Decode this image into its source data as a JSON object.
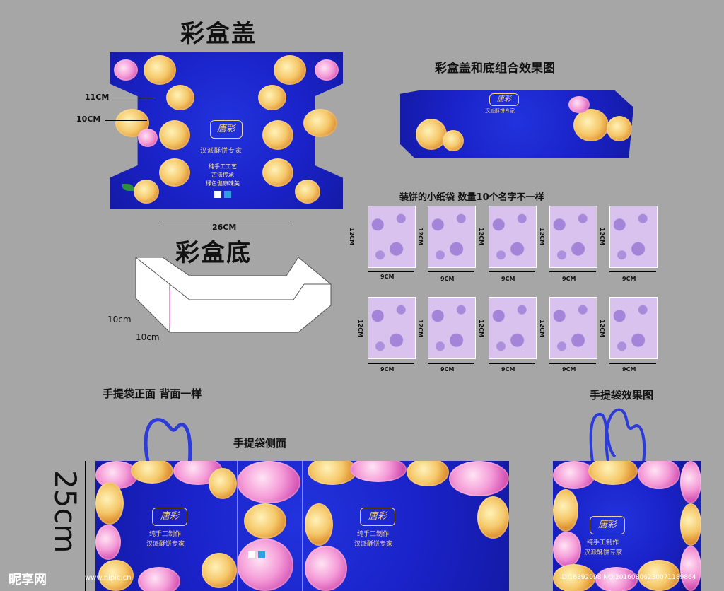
{
  "titles": {
    "lid": "彩盒盖",
    "combo": "彩盒盖和底组合效果图",
    "base": "彩盒底",
    "pouches": "装饼的小纸袋 数量10个名字不一样",
    "bag_front": "手提袋正面 背面一样",
    "bag_side": "手提袋侧面",
    "bag_effect": "手提袋效果图"
  },
  "dims": {
    "lid_11": "11CM",
    "lid_10": "10CM",
    "lid_26": "26CM",
    "base_10a": "10cm",
    "base_10b": "10cm",
    "pouch_h": "12CM",
    "pouch_w": "9CM",
    "bag_h": "25cm"
  },
  "brand": {
    "logo": "唐彩",
    "line1": "汉派酥饼专家",
    "line2": "纯手工制作",
    "slogan1": "纯手工工艺",
    "slogan2": "古法传承",
    "slogan3": "绿色健康味美",
    "combo_line": "汉派酥饼专家"
  },
  "watermark": {
    "site": "昵享网",
    "url": "www.nipic.cn",
    "id": "ID:16392098 NO:20160806230071189864"
  },
  "colors": {
    "bg": "#a6a6a6",
    "blue": "#1a22c8",
    "gold": "#f3d27a",
    "lavender": "#d9c3ee"
  }
}
